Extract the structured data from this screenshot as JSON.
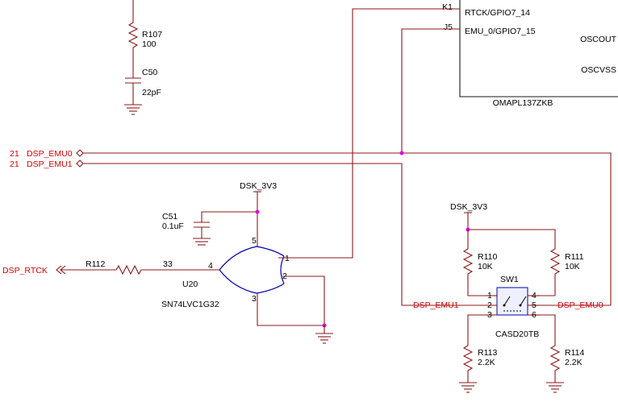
{
  "colors": {
    "wire": "#8b1a1a",
    "net_label": "#d40000",
    "junction": "#e000e0",
    "gate": "#0000b4",
    "text": "#000000"
  },
  "chip": {
    "name": "OMAPL137ZKB",
    "pins": [
      {
        "ball": "K1",
        "name": "RTCK/GPIO7_14"
      },
      {
        "ball": "J5",
        "name": "EMU_0/GPIO7_15"
      }
    ],
    "osc_pins": [
      "OSCOUT",
      "OSCVSS"
    ]
  },
  "r107": {
    "ref": "R107",
    "value": "100"
  },
  "c50": {
    "ref": "C50",
    "value": "22pF"
  },
  "c51": {
    "ref": "C51",
    "value": "0.1uF"
  },
  "ports": [
    {
      "sheet": "21",
      "name": "DSP_EMU0"
    },
    {
      "sheet": "21",
      "name": "DSP_EMU1"
    }
  ],
  "dsp_rtck": "DSP_RTCK",
  "r112": {
    "ref": "R112",
    "value": "33"
  },
  "u20": {
    "ref": "U20",
    "part": "SN74LVC1G32",
    "pins": [
      "1",
      "2",
      "3",
      "4",
      "5"
    ]
  },
  "dsk_3v3": "DSK_3V3",
  "r110": {
    "ref": "R110",
    "value": "10K"
  },
  "r111": {
    "ref": "R111",
    "value": "10K"
  },
  "r113": {
    "ref": "R113",
    "value": "2.2K"
  },
  "r114": {
    "ref": "R114",
    "value": "2.2K"
  },
  "sw1": {
    "ref": "SW1",
    "part": "CASD20TB",
    "pins": [
      "1",
      "2",
      "3",
      "4",
      "5",
      "6"
    ]
  },
  "net_emu1": "DSP_EMU1",
  "net_emu0": "DSP_EMU0"
}
